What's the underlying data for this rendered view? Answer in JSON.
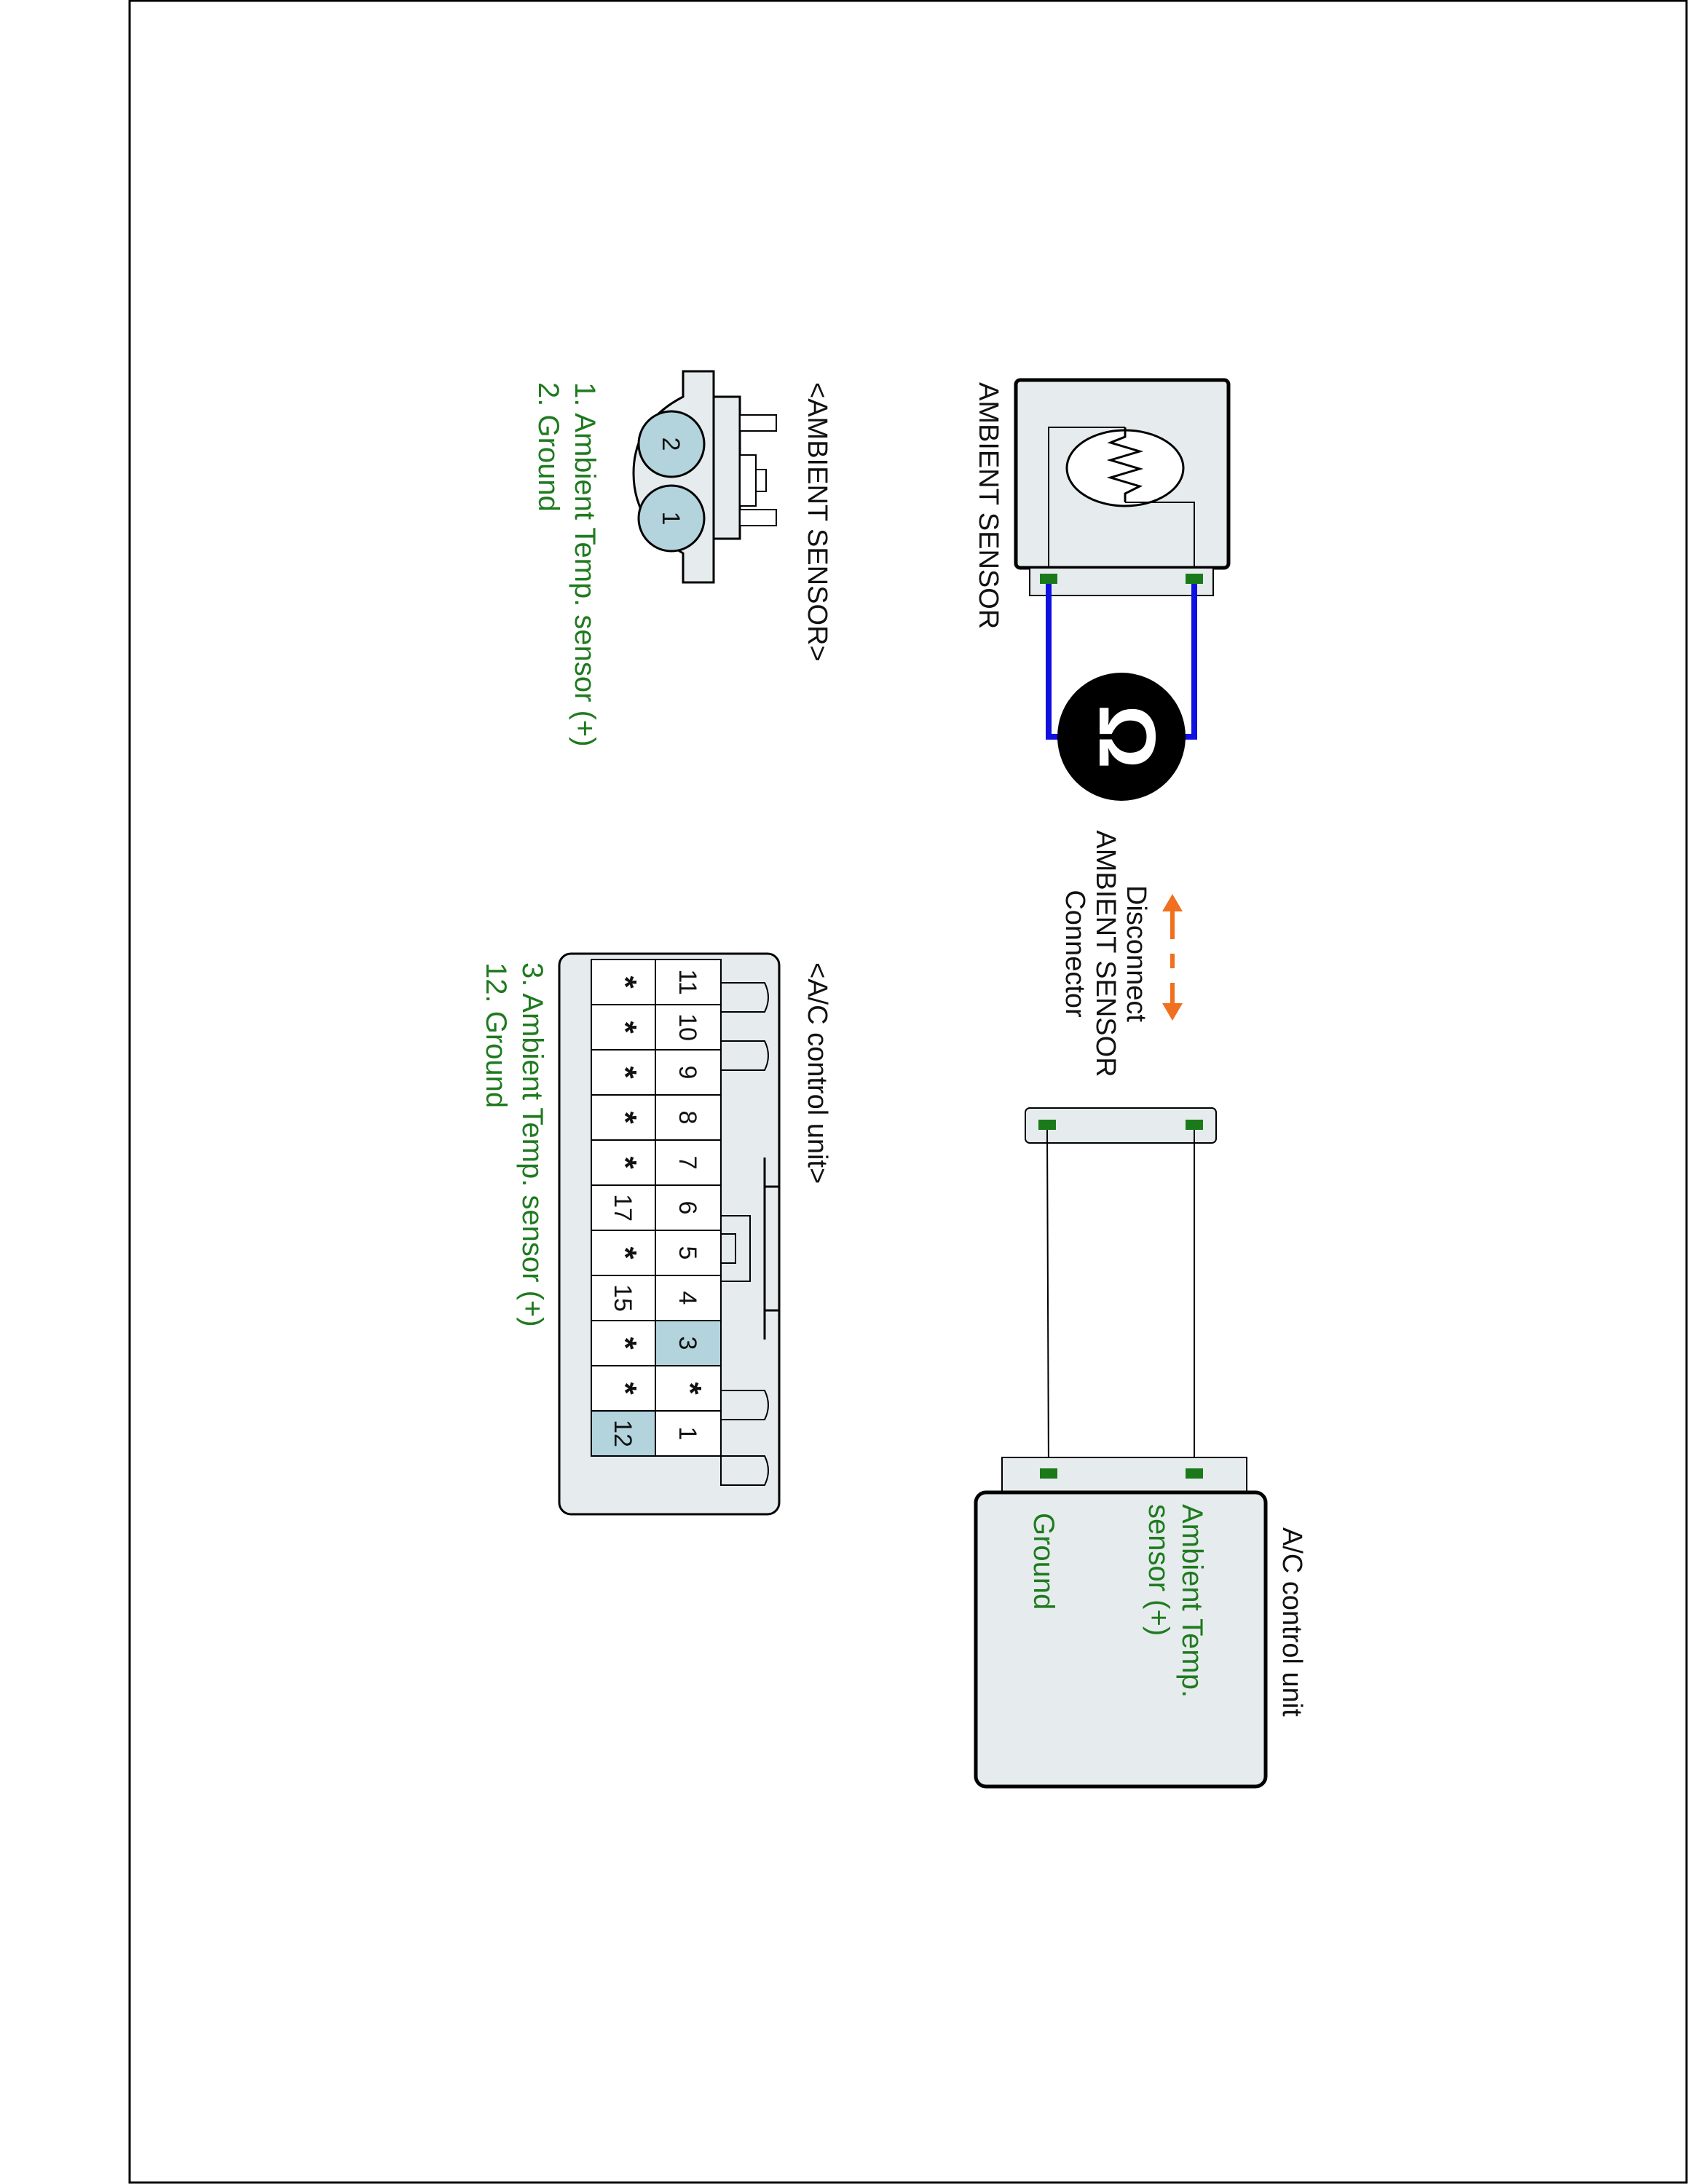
{
  "colors": {
    "wire_meter": "#1010e0",
    "terminal": "#1a7a1a",
    "arrow": "#f07020",
    "label_green": "#1f7a1f",
    "pin_highlight": "#b3d3dd",
    "housing": "#e6ecee"
  },
  "labels": {
    "ambient_sensor": "AMBIENT SENSOR",
    "disconnect_line1": "Disconnect",
    "disconnect_line2": "AMBIENT SENSOR",
    "disconnect_line3": "Connector",
    "ac_unit_title": "A/C control unit",
    "ac_unit_pin_amb_1": "Ambient Temp.",
    "ac_unit_pin_amb_2": "sensor (+)",
    "ac_unit_pin_ground": "Ground",
    "meter_symbol": "Ω"
  },
  "ambient_connector": {
    "title": "<AMBIENT SENSOR>",
    "pin_a": "2",
    "pin_b": "1",
    "desc_1": "1. Ambient Temp. sensor (+)",
    "desc_2": "2. Ground"
  },
  "ac_connector": {
    "title": "<A/C control unit>",
    "row_a": [
      "11",
      "10",
      "9",
      "8",
      "7",
      "6",
      "5",
      "4",
      "3",
      "*",
      "1"
    ],
    "row_b": [
      "*",
      "*",
      "*",
      "*",
      "*",
      "17",
      "*",
      "15",
      "*",
      "*",
      "12"
    ],
    "desc_1": "3. Ambient Temp. sensor (+)",
    "desc_2": "12. Ground"
  }
}
